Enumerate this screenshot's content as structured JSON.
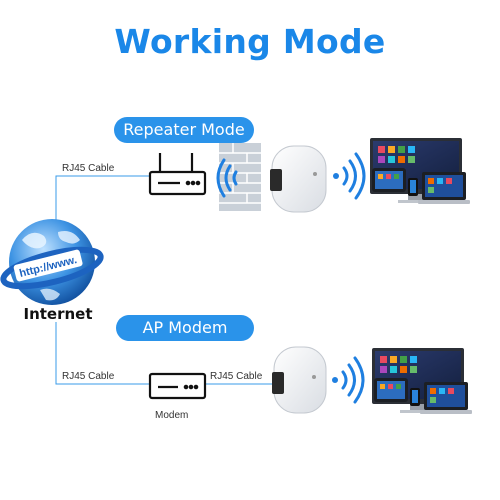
{
  "title": "Working Mode",
  "modes": {
    "repeater": {
      "label": "Repeater Mode",
      "cable_label": "RJ45 Cable"
    },
    "ap": {
      "label": "AP Modem",
      "cable_label_left": "RJ45 Cable",
      "cable_label_right": "RJ45 Cable",
      "device_label": "Modem"
    }
  },
  "internet": {
    "label": "Internet",
    "globe_text": "http://www."
  },
  "icons": {
    "globe": "globe-icon",
    "router": "router-icon",
    "modem": "modem-icon",
    "wall": "brick-wall-icon",
    "extender": "wifi-extender-icon",
    "wifi": "wifi-signal-icon",
    "devices": "devices-icon"
  },
  "colors": {
    "accent": "#1a87e8",
    "pill": "#2a93ea",
    "line": "#3a9be8",
    "wifi": "#1f7fe0"
  }
}
